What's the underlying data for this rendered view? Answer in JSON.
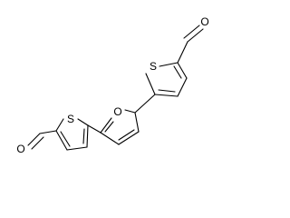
{
  "molecule": {
    "atoms": {
      "s_top": "S",
      "o_furan": "O",
      "s_bottom": "S",
      "o_ald_top": "O",
      "o_ald_bottom": "O"
    }
  },
  "colors": {
    "bond": "#000000",
    "label": "#000000",
    "background": "#ffffff"
  }
}
